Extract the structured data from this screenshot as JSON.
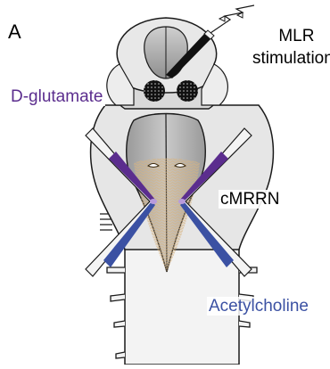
{
  "panel_letter": "A",
  "labels": {
    "stimulation_line1": "MLR",
    "stimulation_line2": "stimulation",
    "d_glutamate": "D-glutamate",
    "nucleus": "cMRRN",
    "acetylcholine": "Acetylcholine"
  },
  "colors": {
    "d_glutamate": "#5b2d8e",
    "acetylcholine": "#3b51a3",
    "tissue_light": "#e4e4e4",
    "tissue_mid": "#bdbdbd",
    "tissue_dark": "#8c8c8c",
    "brainstem": "#f1f1f1",
    "ejection_zone": "#d8b88a",
    "outline": "#1a1a1a"
  }
}
